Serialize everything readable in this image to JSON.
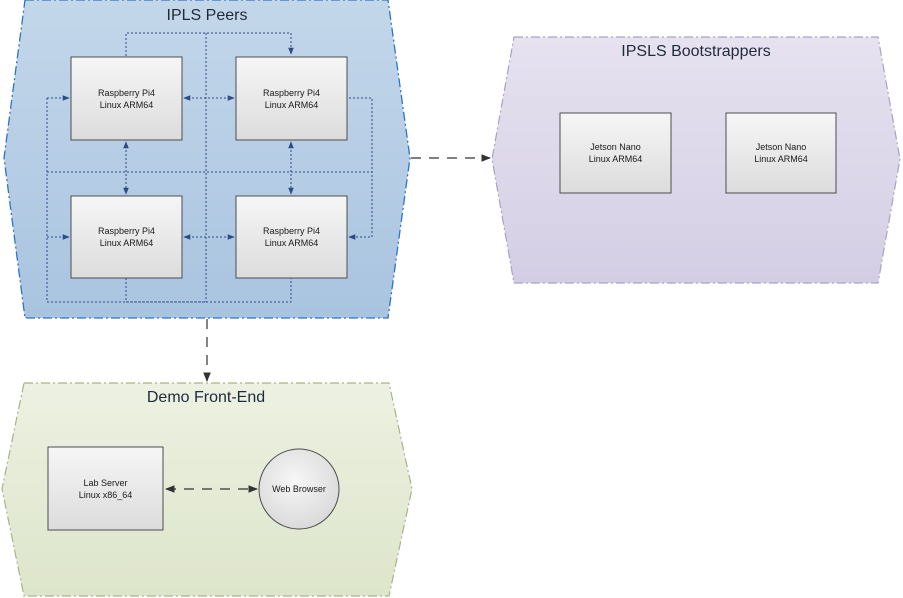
{
  "groups": {
    "peers": {
      "title": "IPLS Peers"
    },
    "bootstrappers": {
      "title": "IPSLS Bootstrappers"
    },
    "frontend": {
      "title": "Demo Front-End"
    }
  },
  "nodes": {
    "pi_top_left": {
      "line1": "Raspberry Pi4",
      "line2": "Linux ARM64"
    },
    "pi_top_right": {
      "line1": "Raspberry Pi4",
      "line2": "Linux ARM64"
    },
    "pi_bottom_left": {
      "line1": "Raspberry Pi4",
      "line2": "Linux ARM64"
    },
    "pi_bottom_right": {
      "line1": "Raspberry Pi4",
      "line2": "Linux ARM64"
    },
    "jetson_left": {
      "line1": "Jetson Nano",
      "line2": "Linux ARM64"
    },
    "jetson_right": {
      "line1": "Jetson Nano",
      "line2": "Linux ARM64"
    },
    "lab_server": {
      "line1": "Lab Server",
      "line2": "Linux x86_64"
    },
    "web_browser": {
      "line1": "Web Browser"
    }
  },
  "colors": {
    "peers_fill": "#b7cfe6",
    "peers_border": "#2e74c4",
    "bootstrappers_fill": "#ddd8ea",
    "bootstrappers_border": "#a9a2c4",
    "frontend_fill": "#e6ecd8",
    "frontend_border": "#a8b389",
    "connector": "#2f4a86"
  }
}
